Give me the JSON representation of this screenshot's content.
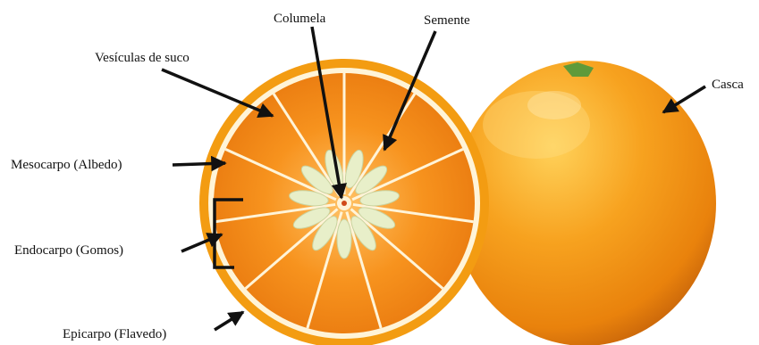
{
  "labels": {
    "columela": "Columela",
    "semente": "Semente",
    "vesiculas": "Vesículas de suco",
    "casca": "Casca",
    "mesocarpo": "Mesocarpo (Albedo)",
    "endocarpo": "Endocarpo (Gomos)",
    "epicarpo": "Epicarpo (Flavedo)"
  },
  "colors": {
    "peel": "#f39c12",
    "albedo": "#fff4d8",
    "pulp": "#f08a1a",
    "seed": "#e8efc9",
    "stem": "#5f9a3a",
    "arrow": "#111111"
  }
}
